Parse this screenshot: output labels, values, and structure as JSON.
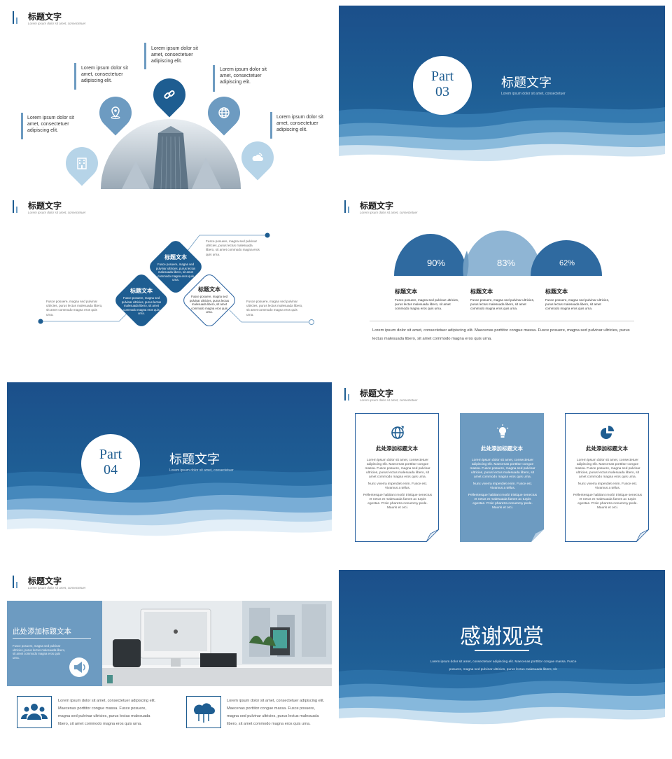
{
  "colors": {
    "primary": "#1e5d91",
    "accent": "#6d9bc1",
    "light": "#a9c8e0"
  },
  "common": {
    "title": "标题文字",
    "subtitle": "Lorem ipsum dolor sit amet, consectetuer"
  },
  "slide1": {
    "items": [
      {
        "text": "Lorem ipsum dolor sit amet, consectetuer adipiscing elit.",
        "icon": "building-icon"
      },
      {
        "text": "Lorem ipsum dolor sit amet, consectetuer adipiscing elit.",
        "icon": "location-pin-icon"
      },
      {
        "text": "Lorem ipsum dolor sit amet, consectetuer adipiscing elit.",
        "icon": "link-icon"
      },
      {
        "text": "Lorem ipsum dolor sit amet, consectetuer adipiscing elit.",
        "icon": "globe-icon"
      },
      {
        "text": "Lorem ipsum dolor sit amet, consectetuer adipiscing elit.",
        "icon": "cloud-wifi-icon"
      }
    ]
  },
  "slide2": {
    "part": "Part",
    "num": "03",
    "title": "标题文字",
    "subtitle": "Lorem ipsum dolor sit amet, consectetuer"
  },
  "slide3": {
    "d1_title": "标题文本",
    "d1_text": "Fusce posuere, magna sed pulvinar ultricies, purus lectus malesuada libero, sit amet commodo magna eros quis urna.",
    "d2_title": "标题文本",
    "d2_text": "Fusce posuere, magna sed pulvinar ultricies, purus lectus malesuada libero, sit amet commodo magna eros quis urna.",
    "d3_title": "标题文本",
    "d3_text": "Fusce posuere, magna sed pulvinar ultricies, purus lectus malesuada libero, sit amet commodo magna eros quis urna.",
    "side_top": "Fusce posuere, magna sed pulvinar ultricies, purus lectus malesuada libero, sit amet commodo magna eros quis urna.",
    "side_left": "Fusce posuere, magna sed pulvinar ultricies, purus lectus malesuada libero, sit amet commodo magna eros quis urna.",
    "side_right": "Fusce posuere, magna sed pulvinar ultricies, purus lectus malesuada libero, sit amet commodo magna eros quis urna."
  },
  "slide4": {
    "p1": "90%",
    "p2": "83%",
    "p3": "62%",
    "c1_title": "标题文本",
    "c1_text": "Fusce posuere, magna sed pulvinar ultricies, purus lectus malesuada libero, sit amet commodo magna eros quis urna.",
    "c2_title": "标题文本",
    "c2_text": "Fusce posuere, magna sed pulvinar ultricies, purus lectus malesuada libero, sit amet commodo magna eros quis urna.",
    "c3_title": "标题文本",
    "c3_text": "Fusce posuere, magna sed pulvinar ultricies, purus lectus malesuada libero, sit amet commodo magna eros quis urna.",
    "footer": "Lorem ipsum dolor sit amet, consectetuer adipiscing elit. Maecenas porttitor congue massa. Fusce posuere, magna sed pulvinar ultricies, purus lectus malesuada libero, sit amet commodo magna eros quis urna."
  },
  "slide5": {
    "part": "Part",
    "num": "04",
    "title": "标题文字",
    "subtitle": "Lorem ipsum dolor sit amet, consectetuer"
  },
  "slide6": {
    "cards": [
      {
        "title": "此处添加标题文本",
        "icon": "globe-rocket-icon",
        "p1": "Lorem ipsum dolor sit amet, consectetuer adipiscing elit. Maecenas porttitor congue massa. Fusce posuere, magna sed pulvinar ultricies, purus lectus malesuada libero, sit amet commodo magna eros quis urna.",
        "p2": "Nunc viverra imperdiet enim. Fusce est. Vivamus a tellus.",
        "p3": "Pellentesque habitant morbi tristique senectus et netus et malesuada fames ac turpis egestas. Proin pharetra nonummy pede. Mauris et orci."
      },
      {
        "title": "此处添加标题文本",
        "icon": "lightbulb-icon",
        "p1": "Lorem ipsum dolor sit amet, consectetuer adipiscing elit. Maecenas porttitor congue massa. Fusce posuere, magna sed pulvinar ultricies, purus lectus malesuada libero, sit amet commodo magna eros quis urna.",
        "p2": "Nunc viverra imperdiet enim. Fusce est. Vivamus a tellus.",
        "p3": "Pellentesque habitant morbi tristique senectus et netus et malesuada fames ac turpis egestas. Proin pharetra nonummy pede. Mauris et orci."
      },
      {
        "title": "此处添加标题文本",
        "icon": "pie-chart-icon",
        "p1": "Lorem ipsum dolor sit amet, consectetuer adipiscing elit. Maecenas porttitor congue massa. Fusce posuere, magna sed pulvinar ultricies, purus lectus malesuada libero, sit amet commodo magna eros quis urna.",
        "p2": "Nunc viverra imperdiet enim. Fusce est. Vivamus a tellus.",
        "p3": "Pellentesque habitant morbi tristique senectus et netus et malesuada fames ac turpis egestas. Proin pharetra nonummy pede. Mauris et orci."
      }
    ]
  },
  "slide7": {
    "panel_title": "此处添加标题文本",
    "panel_text": "Fusce posuere, magna sed pulvinar ultricies, purus lectus malesuada libero, sit amet commodo magna eros quis urna.",
    "b1_text": "Lorem ipsum dolor sit amet, consectetuer adipiscing elit. Maecenas porttitor congue massa. Fusce posuere, magna sed pulvinar ultricies, purus lectus malesuada libero, sit amet commodo magna eros quis urna.",
    "b2_text": "Lorem ipsum dolor sit amet, consectetuer adipiscing elit. Maecenas porttitor congue massa. Fusce posuere, magna sed pulvinar ultricies, purus lectus malesuada libero, sit amet commodo magna eros quis urna."
  },
  "slide8": {
    "title": "感谢观赏",
    "text": "Lorem ipsum dolor sit amet, consectetuer adipiscing elit. Maecenas porttitor congue massa. Fusce posuere, magna sed pulvinar ultricies, purus lectus malesuada libero, sit."
  }
}
